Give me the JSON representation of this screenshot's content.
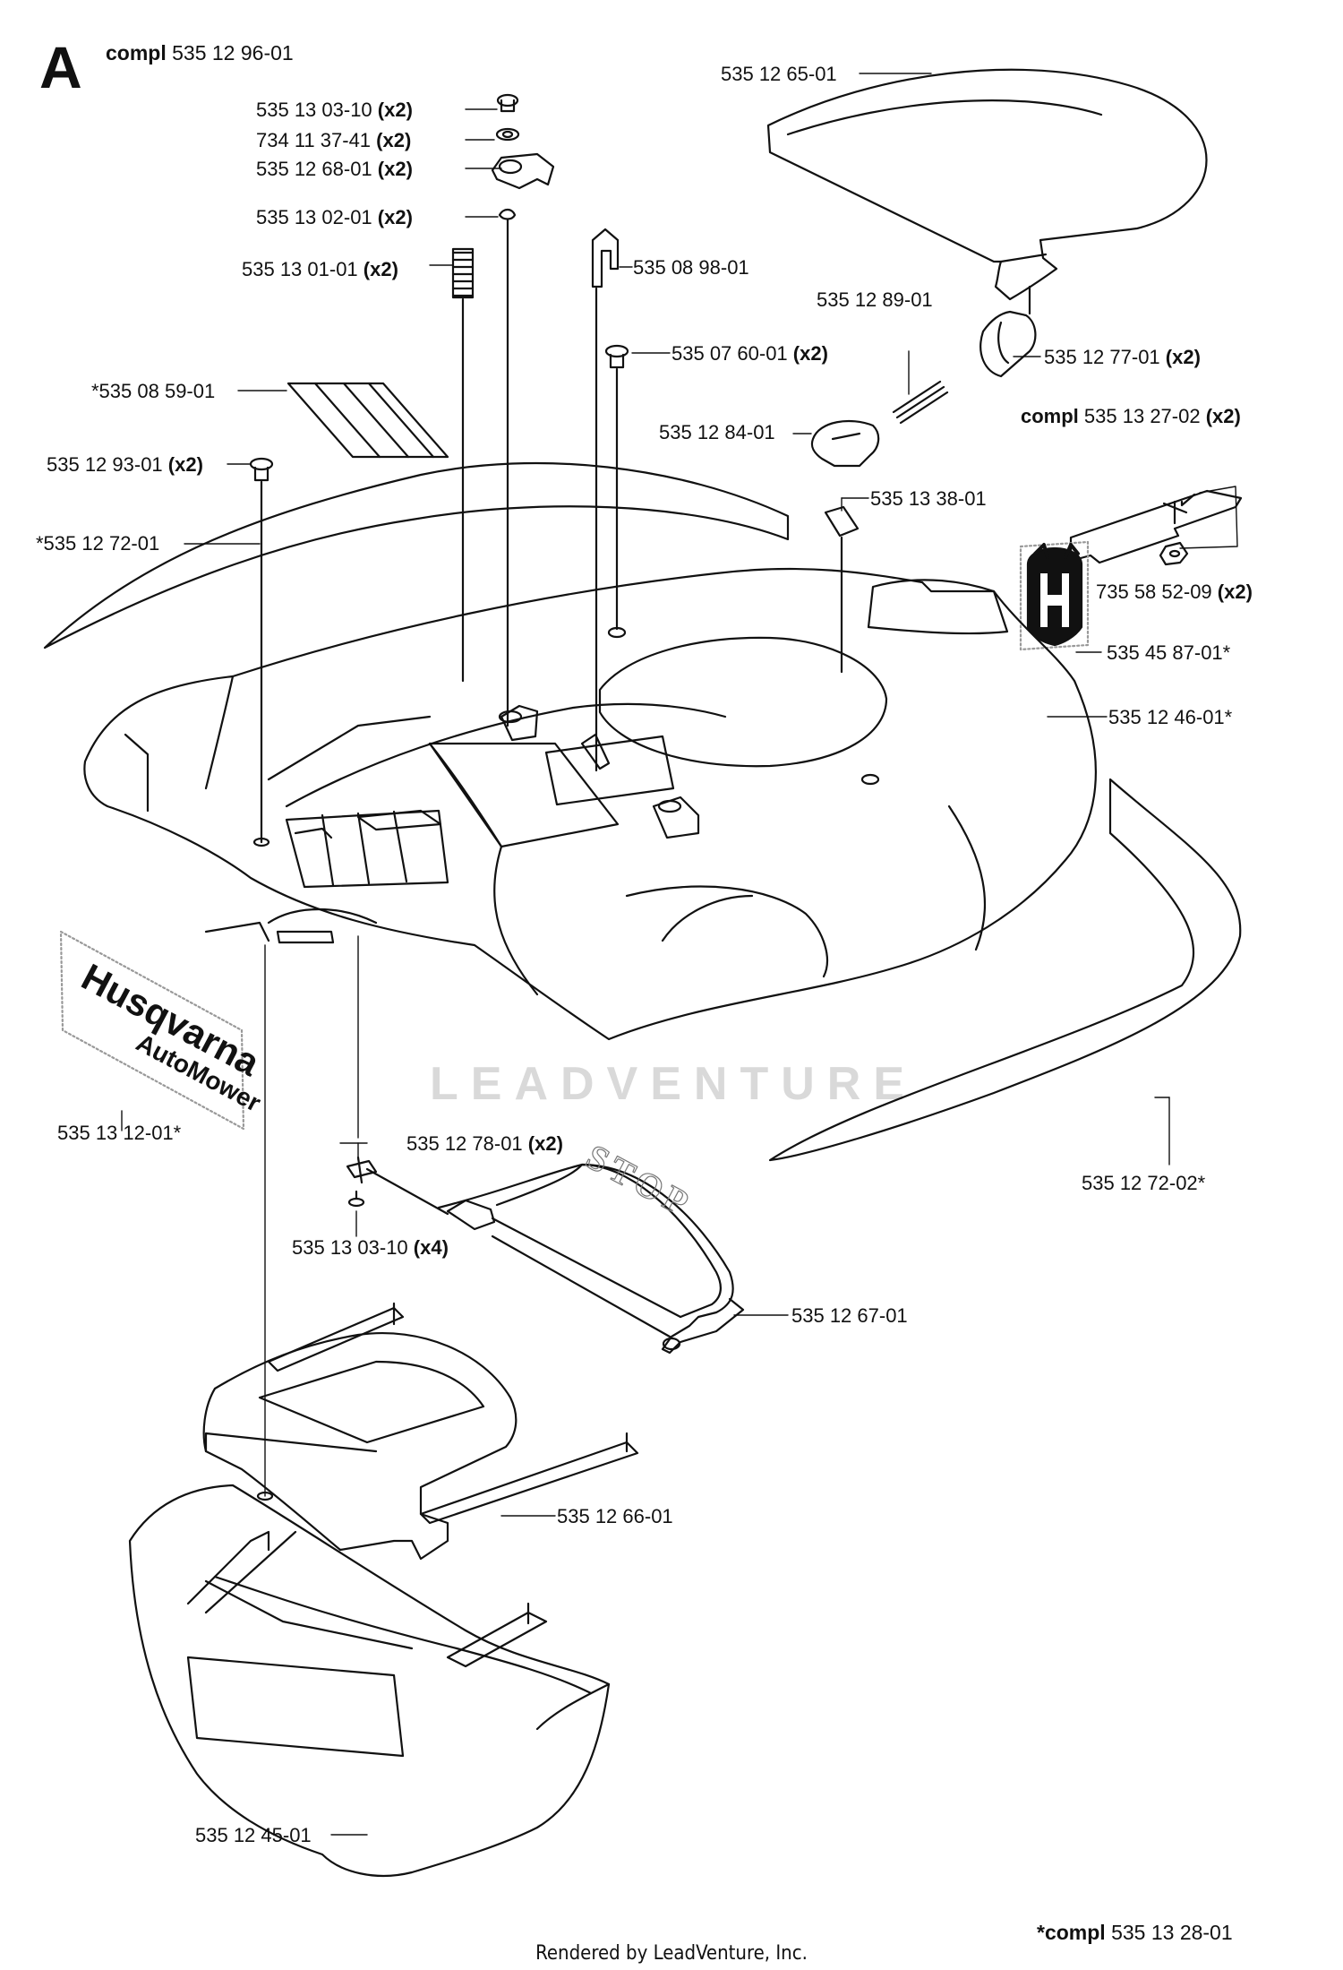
{
  "diagram": {
    "sheet_letter": "A",
    "assembly": {
      "prefix": "compl",
      "number": "535 12 96-01"
    },
    "footnote": {
      "prefix": "*compl",
      "number": "535 13 28-01"
    },
    "render_credit": "Rendered by LeadVenture, Inc.",
    "watermark": "LEADVENTURE",
    "stop_text": "STOP",
    "logo_text": "Husqvarna",
    "logo_subtext": "AutoMower",
    "callouts": [
      {
        "id": "p1",
        "text": "535 12 65-01",
        "qty": ""
      },
      {
        "id": "p2",
        "text": "535 13 03-10",
        "qty": "(x2)"
      },
      {
        "id": "p3",
        "text": "734 11 37-41",
        "qty": "(x2)"
      },
      {
        "id": "p4",
        "text": "535 12 68-01",
        "qty": "(x2)"
      },
      {
        "id": "p5",
        "text": "535 13 02-01",
        "qty": "(x2)"
      },
      {
        "id": "p6",
        "text": "535 13 01-01",
        "qty": "(x2)"
      },
      {
        "id": "p7",
        "text": "535 08 98-01",
        "qty": ""
      },
      {
        "id": "p8",
        "text": "535 12 89-01",
        "qty": ""
      },
      {
        "id": "p9",
        "text": "535 07 60-01",
        "qty": "(x2)"
      },
      {
        "id": "p10",
        "text": "535 12 77-01",
        "qty": "(x2)"
      },
      {
        "id": "p11",
        "text": "*535 08 59-01",
        "qty": ""
      },
      {
        "id": "p12",
        "text": "535 12 84-01",
        "qty": ""
      },
      {
        "id": "p13",
        "text": "535 13 27-02",
        "qty": "(x2)",
        "prefix": "compl"
      },
      {
        "id": "p14",
        "text": "535 12 93-01",
        "qty": "(x2)"
      },
      {
        "id": "p15",
        "text": "535 13 38-01",
        "qty": ""
      },
      {
        "id": "p16",
        "text": "*535 12 72-01",
        "qty": ""
      },
      {
        "id": "p17",
        "text": "735 58 52-09",
        "qty": "(x2)"
      },
      {
        "id": "p18",
        "text": "535 45 87-01*",
        "qty": ""
      },
      {
        "id": "p19",
        "text": "535 12 46-01*",
        "qty": ""
      },
      {
        "id": "p20",
        "text": "535 13 12-01*",
        "qty": ""
      },
      {
        "id": "p21",
        "text": "535 12 78-01",
        "qty": "(x2)"
      },
      {
        "id": "p22",
        "text": "535 12 72-02*",
        "qty": ""
      },
      {
        "id": "p23",
        "text": "535 13 03-10",
        "qty": "(x4)"
      },
      {
        "id": "p24",
        "text": "535 12 67-01",
        "qty": ""
      },
      {
        "id": "p25",
        "text": "535 12 66-01",
        "qty": ""
      },
      {
        "id": "p26",
        "text": "535 12 45-01",
        "qty": ""
      }
    ]
  }
}
